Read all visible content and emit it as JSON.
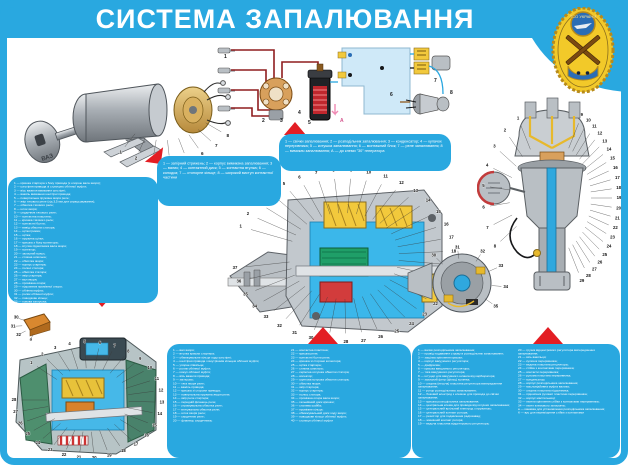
{
  "poster": {
    "title": "СИСТЕМА ЗАПАЛЮВАННЯ",
    "colors": {
      "banner_blue": "#29a8e0",
      "box_blue": "#29a8e0",
      "accent_red": "#e31e24",
      "wire_dark_red": "#8f1d1f",
      "commutator_block_blue": "#cfe9f8",
      "winding_yellow": "#f2c93c",
      "interior_cyan": "#3bb7ea",
      "logo_yellow": "#f2c929",
      "logo_blue": "#2a6db5"
    }
  },
  "logo": {
    "org": "ТСО УКРАЇНИ"
  },
  "lock": {
    "key_text": "ВАЗ",
    "caption": "1 — запірний стрижень; 2 — корпус вимикача запалювання; 3 — валик; 4 — контактний диск; 5 — контактна втулка; 6 — колодка; 7 — стопорне кільце; 8 — широкий виступ контактної частини",
    "callouts": {
      "from": 1,
      "to": 8
    }
  },
  "wiring": {
    "caption": "1 — свічки запалювання; 2 — розподільник запалювання; 3 — конденсатор; 4 — кулачок переривника; 5 — котушка запалювання; 6 — монтажний блок; 7 — реле запалювання; 8 — вимикач запалювання; А — до клеми \"30\" генератора",
    "labels": [
      "1",
      "2",
      "3",
      "4",
      "5",
      "6",
      "7",
      "8",
      "А"
    ]
  },
  "starter_main": {
    "callouts": {
      "from": 1,
      "to": 37
    },
    "parts": [
      "1 — кришка стартера з боку привода (з опорою вала якоря);",
      "2 — шестірня привода зі ступицею обгінної муфти;",
      "3 — вісь важеля вмикання шестірні;",
      "4 — важіль вмикання шестірні привода;",
      "5 — повертальна пружина якоря реле;",
      "6 — якір тягового реле (хід 3,5 мм для спрацьовування);",
      "7 — обмотка тягового реле;",
      "8 — шток якоря;",
      "9 — сердечник тягового реле;",
      "10 — контактна пластина;",
      "11 — кришка тягового реле;",
      "12 — контактні болти;",
      "13 — вивід обмотки статора;",
      "14 — щіткотримач;",
      "15 — щітка;",
      "16 — пружина щітки;",
      "17 — кришка з боку колектора;",
      "18 — втулка підшипника вала якоря;",
      "19 — колектор;",
      "20 — захисний кожух;",
      "21 — стяжна шпилька;",
      "22 — обмотка якоря;",
      "23 — корпус стартера;",
      "24 — полюс статора;",
      "25 — обмотка статора;",
      "26 — якір стартера;",
      "27 — вал якоря;",
      "28 — проміжна опора;",
      "29 — підшипник проміжної опори;",
      "30 — обгінна муфта;",
      "31 — ролик обгінної муфти;",
      "32 — поводкове кільце;",
      "33 — гумова заглушка;",
      "34 — ущільнювальне кільце;",
      "35 — гальмівний диск;",
      "36 — опорна шайба;",
      "37 — гвинт кріплення полюса"
    ]
  },
  "starter_ct221": {
    "callouts": {
      "from": 1,
      "to": 28
    },
    "brush_callouts": {
      "list": [
        "30",
        "31",
        "32",
        "а"
      ]
    },
    "col1": [
      "1 — вал якоря;",
      "2 — втулка кришки стартера;",
      "3 — обмежувальне кільце ходу шестірні;",
      "4 — шестірня привода з внутрішнім кільцем обгінної муфти;",
      "5 — упорне півкільце;",
      "6 — ролик обгінної муфти;",
      "7 — кожух обгінної муфти;",
      "8 — вісь важеля привода;",
      "9 — заглушка;",
      "10 — тяга якоря реле;",
      "11 — важіль привода;",
      "12 — кришка зі сторони привода;",
      "13 — повертальна пружина якоря реле;",
      "14 — якір реле стартера;",
      "15 — передній фланець реле;",
      "16 — утримувальна обмотка реле;",
      "17 — втягувальна обмотка реле;",
      "18 — шток якоря реле;",
      "19 — сердечник реле;",
      "20 — фланець сердечника;"
    ],
    "col2": [
      "21 — контактна пластина;",
      "22 — кришка реле;",
      "23 — контактні болти реле;",
      "24 — кришка зі сторони колектора;",
      "25 — щітка стартера;",
      "26 — стяжна шпилька;",
      "27 — серієсна котушка обмотки статора;",
      "28 — колектор;",
      "29 — шунтова котушка обмотки статора;",
      "30 — обмотка якоря;",
      "31 — якір стартера;",
      "32 — корпус стартера;",
      "33 — полюс статора;",
      "34 — проміжна опора вала якоря;",
      "35 — гальмівний диск кришки;",
      "36 — сталева шайба;",
      "37 — проміжне кільце;",
      "38 — обмежувальний диск ходу якоря;",
      "39 — поводкове кільце обгінної муфти;",
      "40 — ступиця обгінної муфти"
    ]
  },
  "distributor": {
    "callouts_left": {
      "from": 1,
      "to": 8
    },
    "callouts_right": {
      "from": 9,
      "to": 29
    },
    "top_view_callouts": {
      "from": 30,
      "to": 35
    },
    "col1": [
      "1 — валик розподільника запалювання;",
      "2 — провід подавання струму в розподільник запалювання;",
      "3 — защіпка кріплення кришки;",
      "4 — корпус вакуумного регулятора;",
      "5 — діафрагма;",
      "6 — кришка вакуумного регулятора;",
      "7 — тяга вакуумного регулятора;",
      "8 — штуцер для вакуумного шланга від карбюратора;",
      "9 — захисний фетр (фільц) кулачка;",
      "10 — опорна (несуча) пластина регулятора випередження запалювання;",
      "11 — ротор розподільника запалювання;",
      "12 — боковий електрод з клемою для провода до свічки запалювання;",
      "13 — кришка розподільника запалювання;",
      "14 — центральна клема для провода від котушки запалювання;",
      "15 — центральний вугільний електрод з пружиною;",
      "16 — центральний контакт ротора;",
      "17 — резистор для подавлення радіозавад;",
      "18 — зовнішній контакт ротора;",
      "19 — ведуча пластина відцентрового регулятора;"
    ],
    "col2": [
      "20 — грузик відцентрового регулятора випередження запалювання;",
      "21 — вісь важільця;",
      "22 — кулачок переривника;",
      "23 — ведена пластина регулятора;",
      "24 — стійка з контактами переривника;",
      "25 — контакти переривника;",
      "26 — рухома пластина переривника;",
      "27 — конденсатор;",
      "28 — корпус розподільника запалювання;",
      "29 — масловідбивна муфта валика;",
      "30 — опорна пластина підшипника;",
      "31 — підшипник рухомої пластини переривника;",
      "32 — корпус мастильниці;",
      "33 — гвинти кріплення стійки з контактами переривника;",
      "34 — гвинт клемового затискача;",
      "а — канавка для установлення розподільника запалювання;",
      "б — вус для переміщення стійки з контактами"
    ]
  }
}
